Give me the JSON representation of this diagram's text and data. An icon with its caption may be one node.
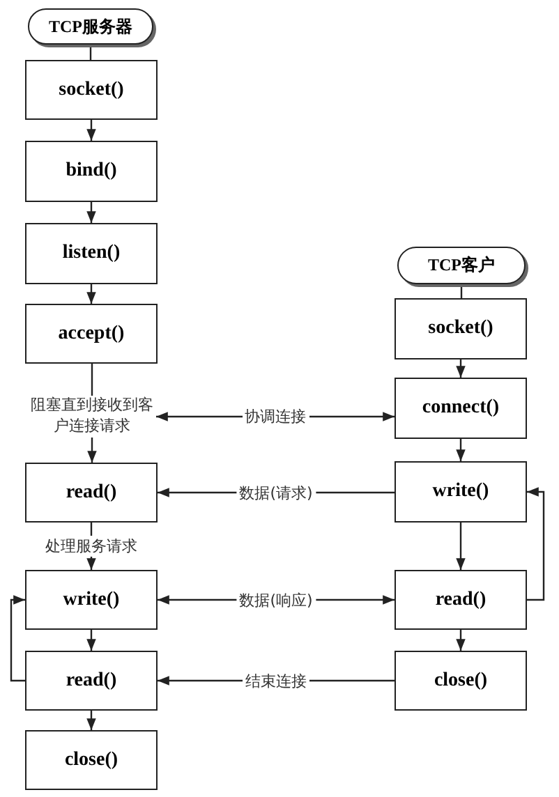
{
  "diagram": {
    "nodes": [
      {
        "text": [
          "TCP服务器"
        ]
      },
      {
        "text": [
          "socket()"
        ]
      },
      {
        "text": [
          "bind()"
        ]
      },
      {
        "text": [
          "listen()"
        ]
      },
      {
        "text": [
          "accept()"
        ]
      },
      {
        "text": [
          "阻塞直到接收到客户连接请求"
        ]
      },
      {
        "text": [
          "read()"
        ]
      },
      {
        "text": [
          "write()"
        ]
      },
      {
        "text": [
          "read()"
        ]
      },
      {
        "text": [
          "close()"
        ]
      },
      {
        "text": [
          "TCP客户"
        ]
      },
      {
        "text": [
          "socket()"
        ]
      },
      {
        "text": [
          "connect()"
        ]
      },
      {
        "text": [
          "write()"
        ]
      },
      {
        "text": [
          "read()"
        ]
      },
      {
        "text": [
          "close()"
        ]
      }
    ],
    "edges": [
      {
        "from": 0,
        "to": 1,
        "arrow": "none"
      },
      {
        "from": 1,
        "to": 2,
        "arrow": "to"
      },
      {
        "from": 2,
        "to": 3,
        "arrow": "to"
      },
      {
        "from": 3,
        "to": 4,
        "arrow": "to"
      },
      {
        "from": 4,
        "to": 5,
        "arrow": "none"
      },
      {
        "from": 5,
        "to": 6,
        "arrow": "to"
      },
      {
        "from": 12,
        "to": 5,
        "arrow": "both",
        "label": "协调连接"
      },
      {
        "from": 6,
        "to": 7,
        "arrow": "to",
        "label": "处理服务请求"
      },
      {
        "from": 7,
        "to": 8,
        "arrow": "to"
      },
      {
        "from": 8,
        "to": 7,
        "arrow": "to"
      },
      {
        "from": 8,
        "to": 9,
        "arrow": "to"
      },
      {
        "from": 10,
        "to": 11,
        "arrow": "none"
      },
      {
        "from": 11,
        "to": 12,
        "arrow": "to"
      },
      {
        "from": 12,
        "to": 13,
        "arrow": "to"
      },
      {
        "from": 13,
        "to": 14,
        "arrow": "to"
      },
      {
        "from": 14,
        "to": 13,
        "arrow": "to"
      },
      {
        "from": 14,
        "to": 15,
        "arrow": "to"
      },
      {
        "from": 13,
        "to": 6,
        "arrow": "to",
        "label": "数据(请求)"
      },
      {
        "from": 7,
        "to": 14,
        "arrow": "both",
        "label": "数据(响应)"
      },
      {
        "from": 15,
        "to": 8,
        "arrow": "to",
        "label": "结束连接"
      }
    ]
  }
}
